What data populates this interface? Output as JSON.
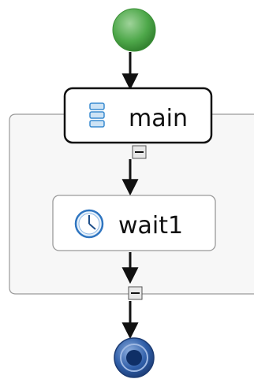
{
  "diagram": {
    "nodes": {
      "start": {
        "shape": "circle",
        "color": "#4ea84a"
      },
      "main": {
        "label": "main",
        "icon": "sequence-icon"
      },
      "wait": {
        "label": "wait1",
        "icon": "clock-icon"
      },
      "end": {
        "shape": "circle",
        "color": "#2f5ea8"
      }
    },
    "scope": {
      "collapse_buttons": [
        "collapse-toggle",
        "collapse-toggle"
      ]
    },
    "colors": {
      "start": "#4ea84a",
      "end": "#2f5ea8",
      "accent_icon": "#3a8bd0",
      "scope_border": "#9a9a9a",
      "scope_fill": "#f7f7f7"
    }
  }
}
